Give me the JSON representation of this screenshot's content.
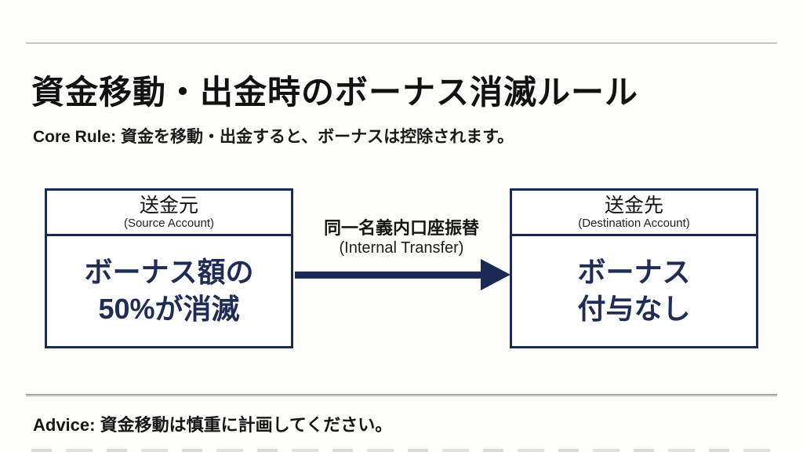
{
  "page": {
    "title": "資金移動・出金時のボーナス消滅ルール",
    "core_rule": "Core Rule: 資金を移動・出金すると、ボーナスは控除されます。",
    "advice": "Advice: 資金移動は慎重に計画してください。"
  },
  "diagram": {
    "source_box": {
      "title_jp": "送金元",
      "title_en": "(Source Account)",
      "body_line1": "ボーナス額の",
      "body_line2": "50%が消滅"
    },
    "transfer": {
      "label_jp": "同一名義内口座振替",
      "label_en": "(Internal Transfer)"
    },
    "destination_box": {
      "title_jp": "送金先",
      "title_en": "(Destination Account)",
      "body_line1": "ボーナス",
      "body_line2": "付与なし"
    }
  },
  "colors": {
    "navy": "#1b2a55",
    "body_text": "#161616",
    "divider_top": "#c9c6c1",
    "divider_bottom": "#a9a6a1"
  }
}
